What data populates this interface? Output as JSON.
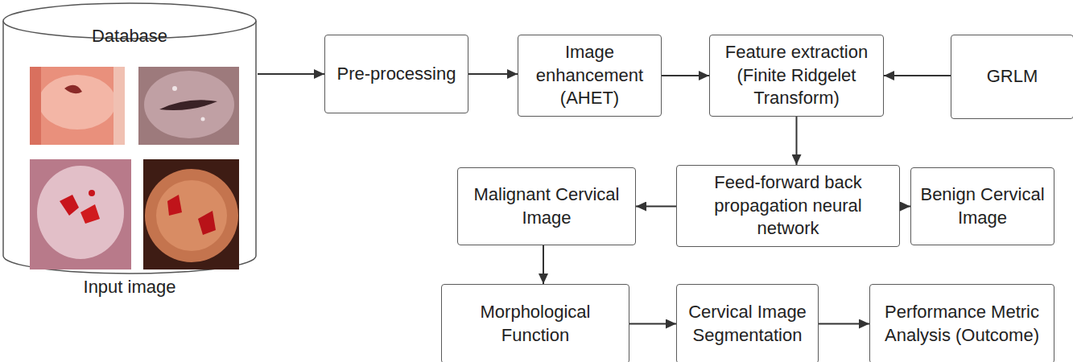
{
  "diagram": {
    "nodes": [
      {
        "text": [
          "Database",
          "Input image"
        ]
      },
      {
        "text": [
          "Pre-processing"
        ]
      },
      {
        "text": [
          "Image enhancement (AHET)"
        ]
      },
      {
        "text": [
          "Feature extraction (Finite Ridgelet Transform)"
        ]
      },
      {
        "text": [
          "GRLM"
        ]
      },
      {
        "text": [
          "Malignant Cervical Image"
        ]
      },
      {
        "text": [
          "Feed-forward back propagation neural network"
        ]
      },
      {
        "text": [
          "Benign Cervical Image"
        ]
      },
      {
        "text": [
          "Morphological Function"
        ]
      },
      {
        "text": [
          "Cervical Image Segmentation"
        ]
      },
      {
        "text": [
          "Performance Metric Analysis (Outcome)"
        ]
      }
    ],
    "edges": [
      {
        "from": 0,
        "to": 1,
        "arrow": "to"
      },
      {
        "from": 1,
        "to": 2,
        "arrow": "to"
      },
      {
        "from": 2,
        "to": 3,
        "arrow": "to"
      },
      {
        "from": 4,
        "to": 3,
        "arrow": "to"
      },
      {
        "from": 3,
        "to": 6,
        "arrow": "to"
      },
      {
        "from": 6,
        "to": 5,
        "arrow": "to"
      },
      {
        "from": 6,
        "to": 7,
        "arrow": "to"
      },
      {
        "from": 5,
        "to": 8,
        "arrow": "to"
      },
      {
        "from": 8,
        "to": 9,
        "arrow": "to"
      },
      {
        "from": 9,
        "to": 10,
        "arrow": "to"
      }
    ]
  }
}
